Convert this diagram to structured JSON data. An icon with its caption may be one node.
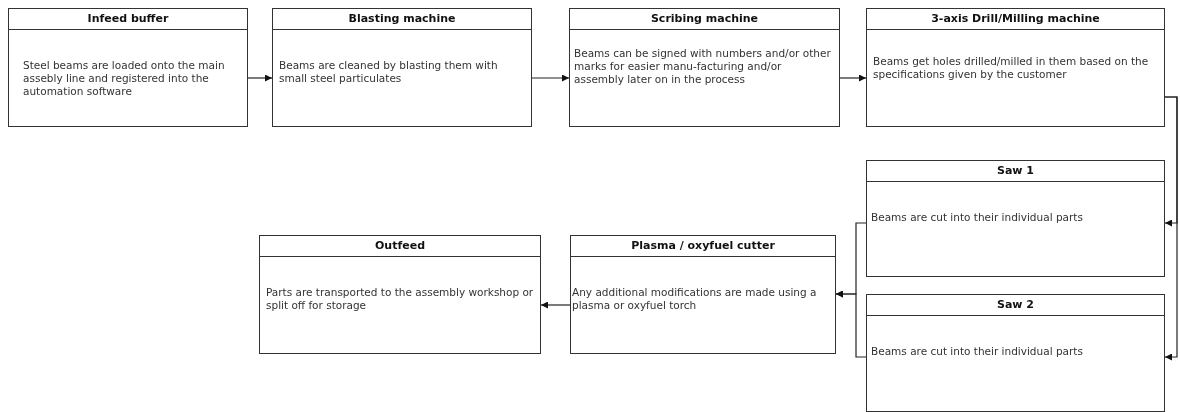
{
  "diagram": {
    "nodes": [
      {
        "text": [
          "Infeed buffer",
          "Steel beams are loaded onto the main assebly line and registered into the automation software"
        ]
      },
      {
        "text": [
          "Blasting machine",
          "Beams are cleaned by blasting them with small steel particulates"
        ]
      },
      {
        "text": [
          "Scribing machine",
          "Beams can be signed with numbers and/or other marks for easier manu-facturing and/or assembly later on in the process"
        ]
      },
      {
        "text": [
          "3-axis Drill/Milling machine",
          "Beams get holes drilled/milled in them based on the specifications given by the customer"
        ]
      },
      {
        "text": [
          "Saw 1",
          "Beams are cut into their individual parts"
        ]
      },
      {
        "text": [
          "Saw 2",
          "Beams are cut into their individual parts"
        ]
      },
      {
        "text": [
          "Plasma / oxyfuel cutter",
          "Any additional modifications are made using a plasma or oxyfuel torch"
        ]
      },
      {
        "text": [
          "Outfeed",
          "Parts are transported to the assembly workshop or split off for storage"
        ]
      }
    ],
    "edges": [
      {
        "from": 0,
        "to": 1,
        "arrow": "to"
      },
      {
        "from": 1,
        "to": 2,
        "arrow": "to"
      },
      {
        "from": 2,
        "to": 3,
        "arrow": "to"
      },
      {
        "from": 3,
        "to": 4,
        "arrow": "to"
      },
      {
        "from": 3,
        "to": 5,
        "arrow": "to"
      },
      {
        "from": 4,
        "to": 6,
        "arrow": "to"
      },
      {
        "from": 5,
        "to": 6,
        "arrow": "to"
      },
      {
        "from": 6,
        "to": 7,
        "arrow": "to"
      }
    ]
  }
}
